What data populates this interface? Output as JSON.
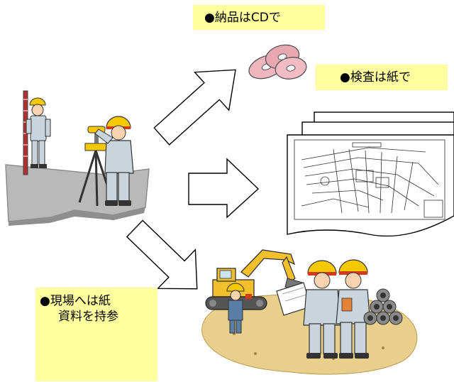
{
  "labels": {
    "cd": "●納品はCDで",
    "paper": "●検査は紙で",
    "site_line1": "●現場へは紙",
    "site_line2": "資料を持参"
  },
  "colors": {
    "label_bg": "#ffffa0",
    "helmet": "#f6c800",
    "helmet_band": "#d23a1a",
    "uniform": "#c9d4dc",
    "ground": "#b9b9b9",
    "sand": "#e9cf8c",
    "excavator": "#f2c02c",
    "cd": "#e8a8b2"
  },
  "icons": [
    "arrow-icon",
    "cd-icon",
    "blueprint-icon",
    "surveyor-icon",
    "excavator-icon"
  ]
}
